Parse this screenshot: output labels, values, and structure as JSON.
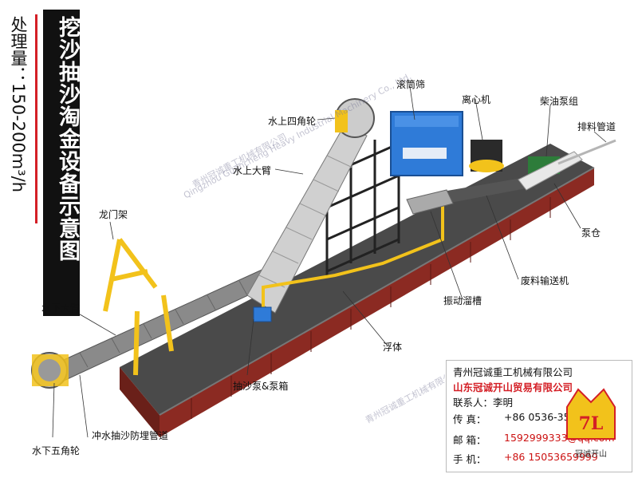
{
  "title": "挖沙抽沙淘金设备示意图",
  "capacity": "处理量：150-200m³/h",
  "labels": {
    "water_upper_sheave": "水上四角轮",
    "water_upper_arm": "水上大臂",
    "gantry": "龙门架",
    "underwater_arm": "水下大臂",
    "underwater_wheel": "水下五角轮",
    "flushing_pipe": "冲水抽沙防埋管道",
    "sand_pump": "抽沙泵&泵箱",
    "trommel": "滚筒筛",
    "centrifuge": "离心机",
    "diesel_pump": "柴油泵组",
    "discharge_pipe": "排料管道",
    "pump_room": "泵仓",
    "waste_conveyor": "废料输送机",
    "vibrating_sluice": "振动溜槽",
    "pontoon": "浮体"
  },
  "company": {
    "name1": "青州冠诚重工机械有限公司",
    "name2": "山东冠诚开山贸易有限公司",
    "contact_label": "联系人：",
    "contact_value": "李明",
    "phone_label": "传  真：",
    "phone_value": "+86 0536-3593111",
    "email_label": "邮  箱：",
    "email_value": "1592999333@qq.com",
    "mobile_label": "手  机：",
    "mobile_value": "+86 15053659999",
    "logo_text": "冠诚开山"
  },
  "watermark": {
    "cn": "青州冠诚重工机械有限公司",
    "en": "Qingzhou Guancheng Heavy Industrial Machinery Co., Ltd."
  },
  "colors": {
    "hull_red": "#8b2a22",
    "deck_gray": "#4a4a4a",
    "frame_yellow": "#f2c21b",
    "accent_red": "#d41f26",
    "screen_blue": "#2f7bd8"
  }
}
